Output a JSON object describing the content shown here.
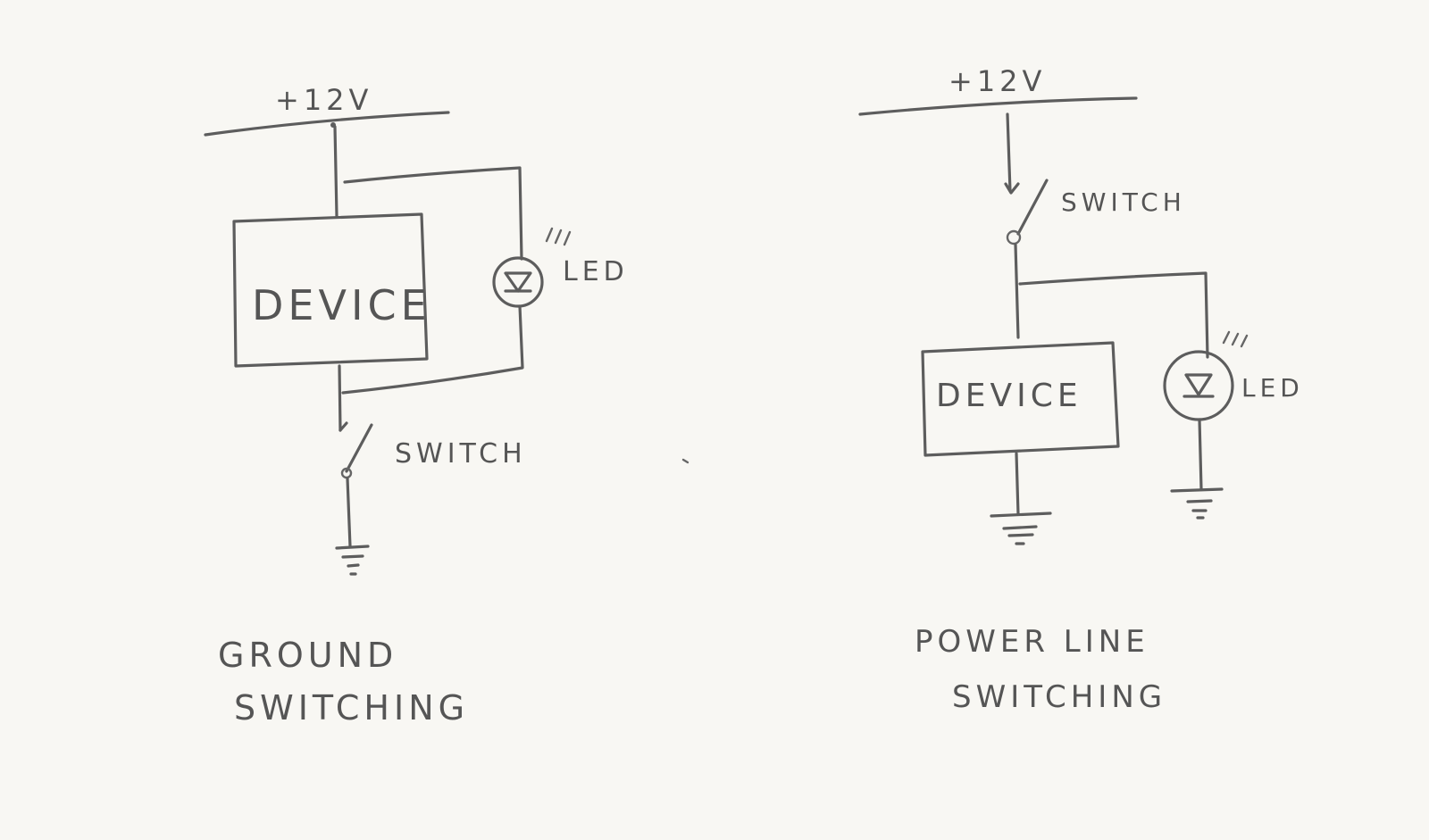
{
  "left_circuit": {
    "supply_label": "+12V",
    "device_label": "DEVICE",
    "led_label": "LED",
    "switch_label": "SWITCH",
    "caption_line1": "GROUND",
    "caption_line2": "SWITCHING"
  },
  "right_circuit": {
    "supply_label": "+12V",
    "device_label": "DEVICE",
    "led_label": "LED",
    "switch_label": "SWITCH",
    "caption_line1": "POWER LINE",
    "caption_line2": "SWITCHING"
  },
  "colors": {
    "paper": "#f8f7f3",
    "pencil": "#5d5d5d"
  }
}
